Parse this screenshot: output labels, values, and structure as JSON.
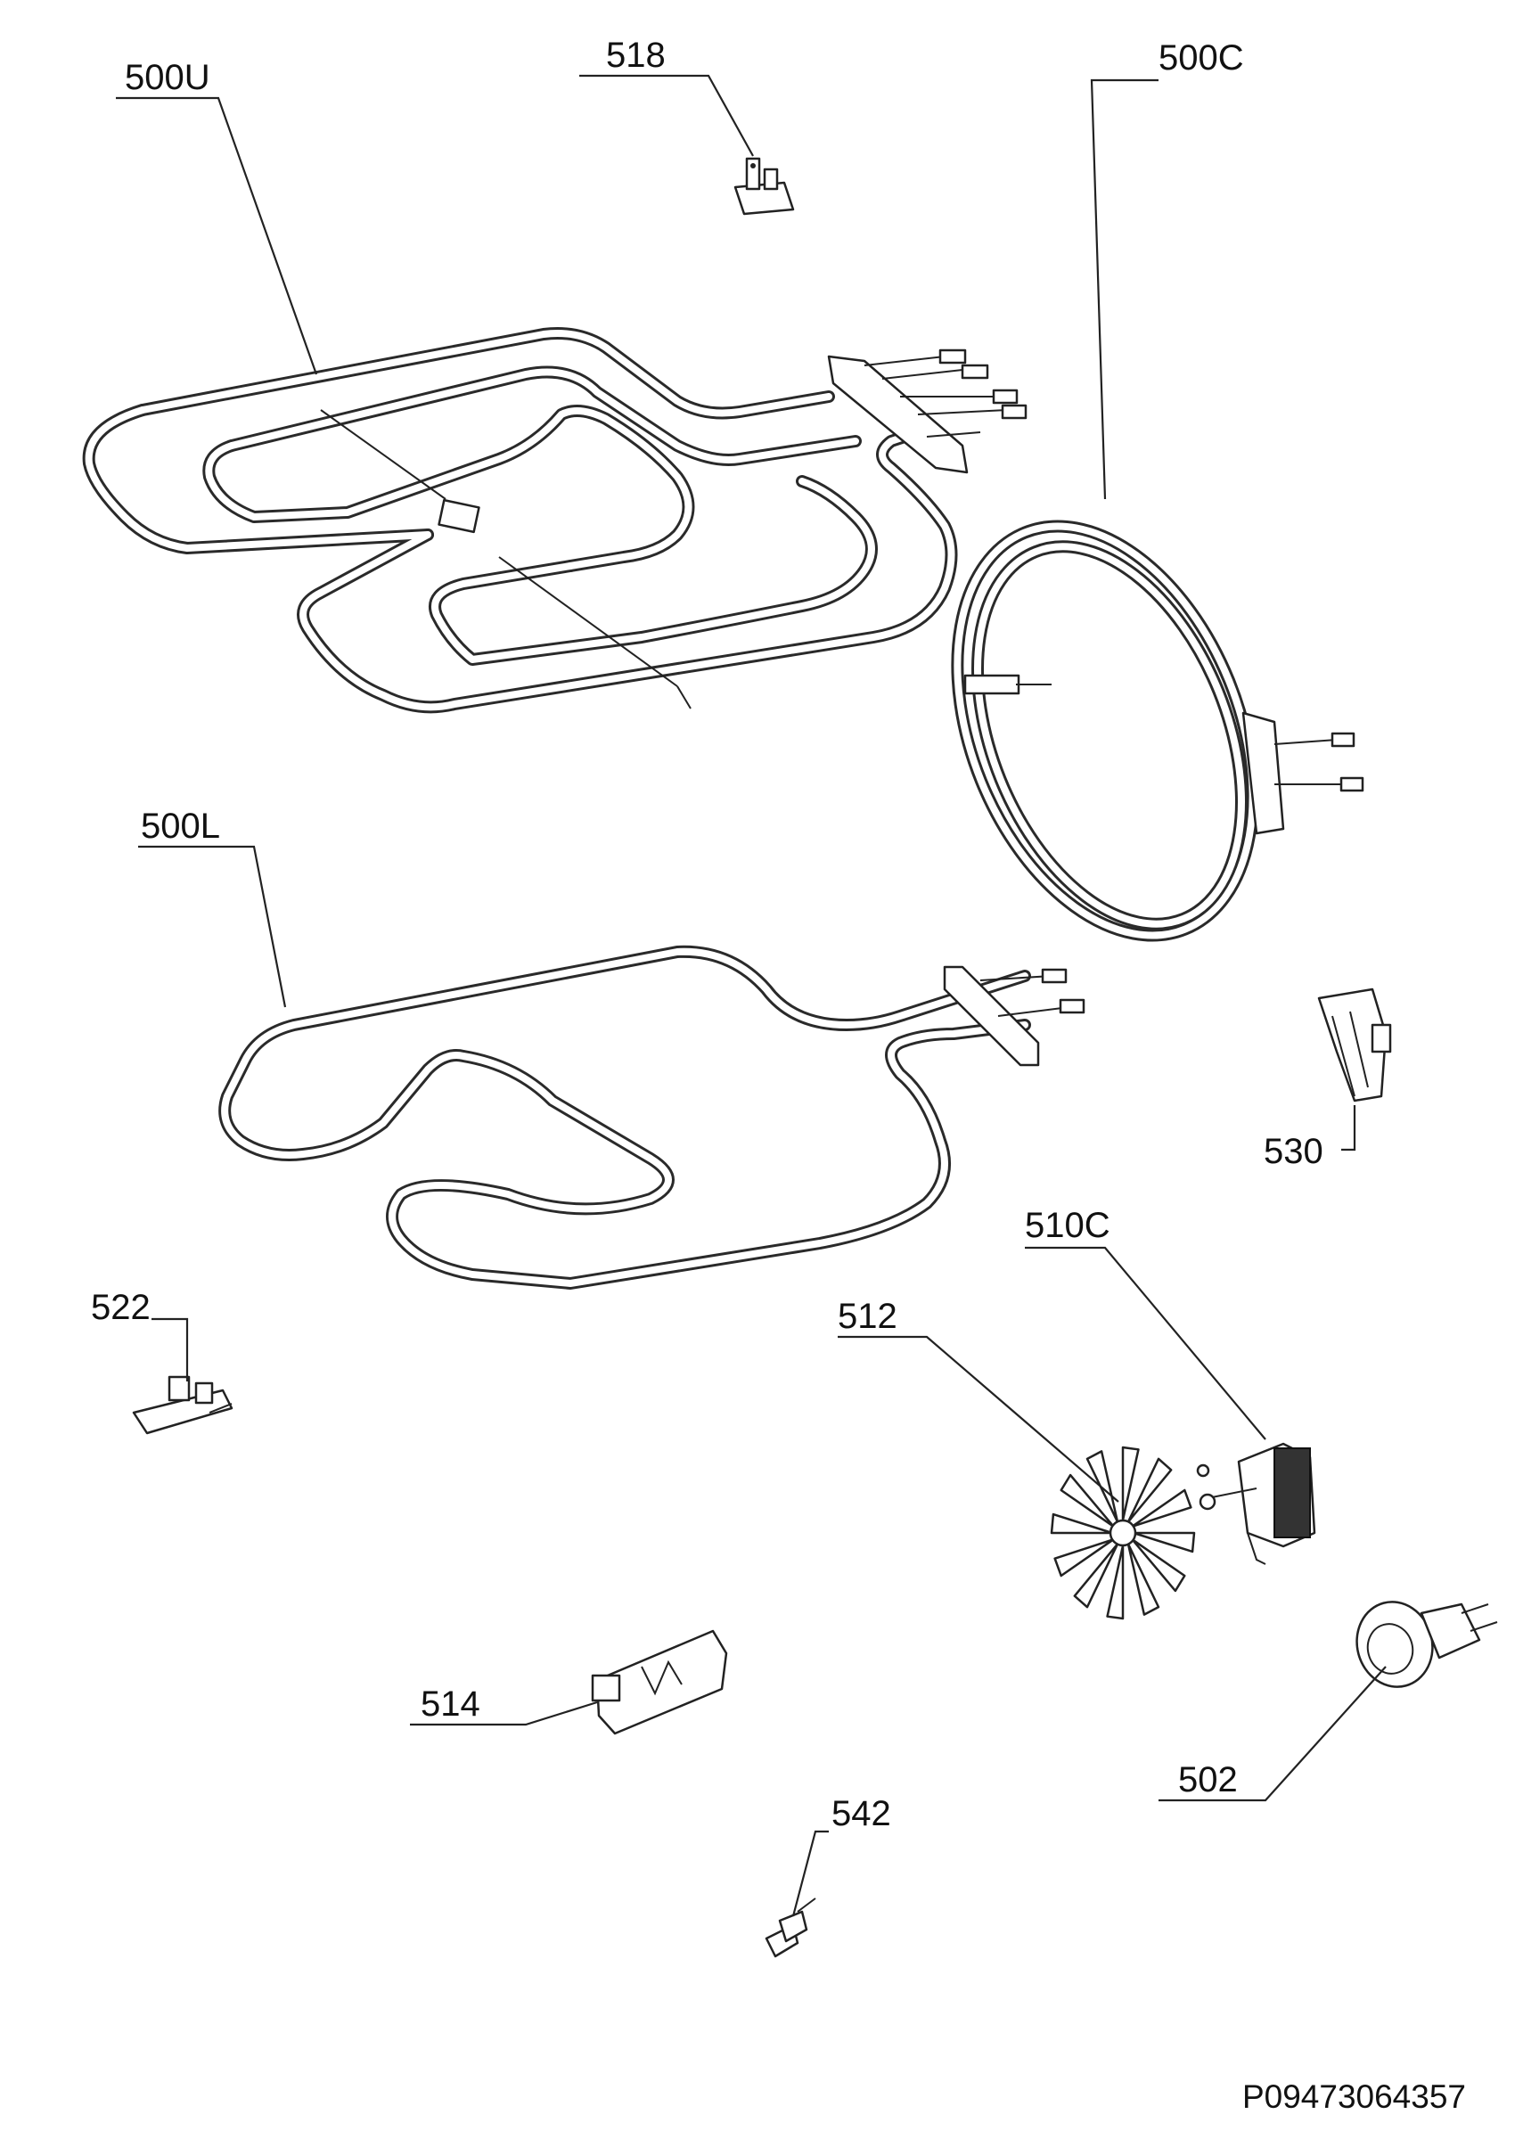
{
  "labels": {
    "p500U": "500U",
    "p518": "518",
    "p500C": "500C",
    "p500L": "500L",
    "p530": "530",
    "p510C": "510C",
    "p522": "522",
    "p512": "512",
    "p514": "514",
    "p502": "502",
    "p542": "542"
  },
  "document_id": "P09473064357",
  "icons": {
    "upper_element": "grill-heating-element-drawing",
    "circular_element": "circular-fan-heating-element-drawing",
    "lower_element": "bottom-heating-element-drawing",
    "fan_blade": "fan-blade-drawing",
    "fan_motor": "fan-motor-drawing",
    "lamp": "oven-lamp-drawing",
    "terminal_block": "terminal-block-drawing",
    "thermostat": "thermostat-drawing",
    "clip": "clip-drawing"
  }
}
